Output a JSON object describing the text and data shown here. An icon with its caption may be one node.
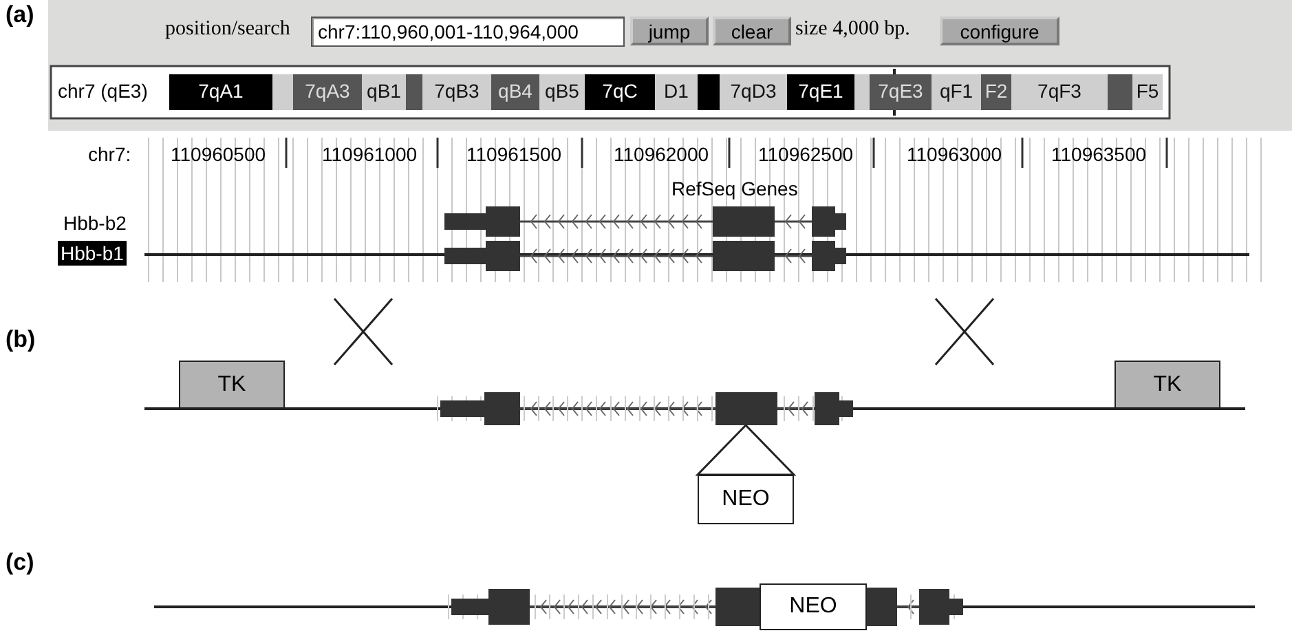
{
  "diagram": {
    "nodes": [
      {
        "text": [
          "TK"
        ]
      },
      {
        "text": [
          "TK"
        ]
      },
      {
        "text": [
          "NEO"
        ]
      },
      {
        "text": [
          "NEO"
        ]
      }
    ],
    "labels": [
      "(a)",
      "position/search",
      "chr7:110,960,001-110,964,000",
      "jump",
      "clear",
      "size 4,000 bp.",
      "configure",
      "chr7 (qE3)",
      "7qA1",
      "7qA3",
      "qB1",
      "7qB3",
      "qB4",
      "qB5",
      "7qC",
      "D1",
      "7qD3",
      "7qE1",
      "7qE3",
      "qF1",
      "F2",
      "7qF3",
      "F5",
      "chr7:",
      "110960500",
      "110961000",
      "110961500",
      "110962000",
      "110962500",
      "110963000",
      "110963500",
      "RefSeq Genes",
      "Hbb-b2",
      "Hbb-b1",
      "(b)",
      "(c)"
    ]
  }
}
